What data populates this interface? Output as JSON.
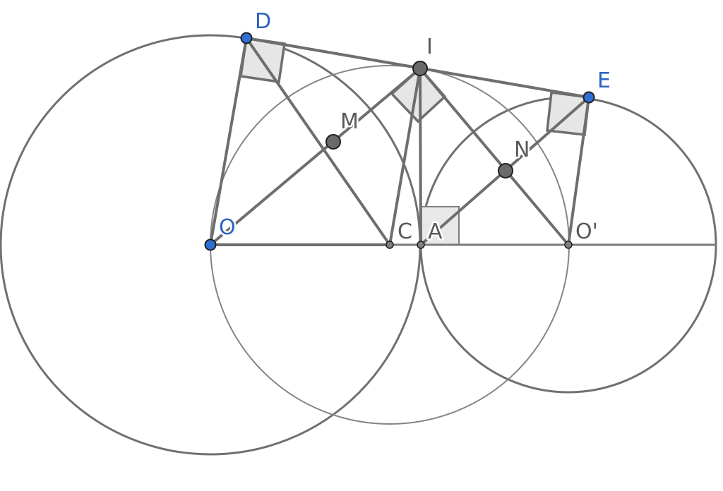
{
  "colors": {
    "free_point": "#2f6fd6",
    "free_point_label": "#2c62c0",
    "dependent_point": "#6a6a6a",
    "label": "#5a5a5a",
    "lines": "#6e6e6e",
    "right_angle_fill": "#e6e6e6"
  },
  "points": {
    "D": "D",
    "I": "I",
    "E": "E",
    "M": "M",
    "N": "N",
    "O": "O",
    "C": "C",
    "A": "A",
    "O_prime": "O'"
  }
}
